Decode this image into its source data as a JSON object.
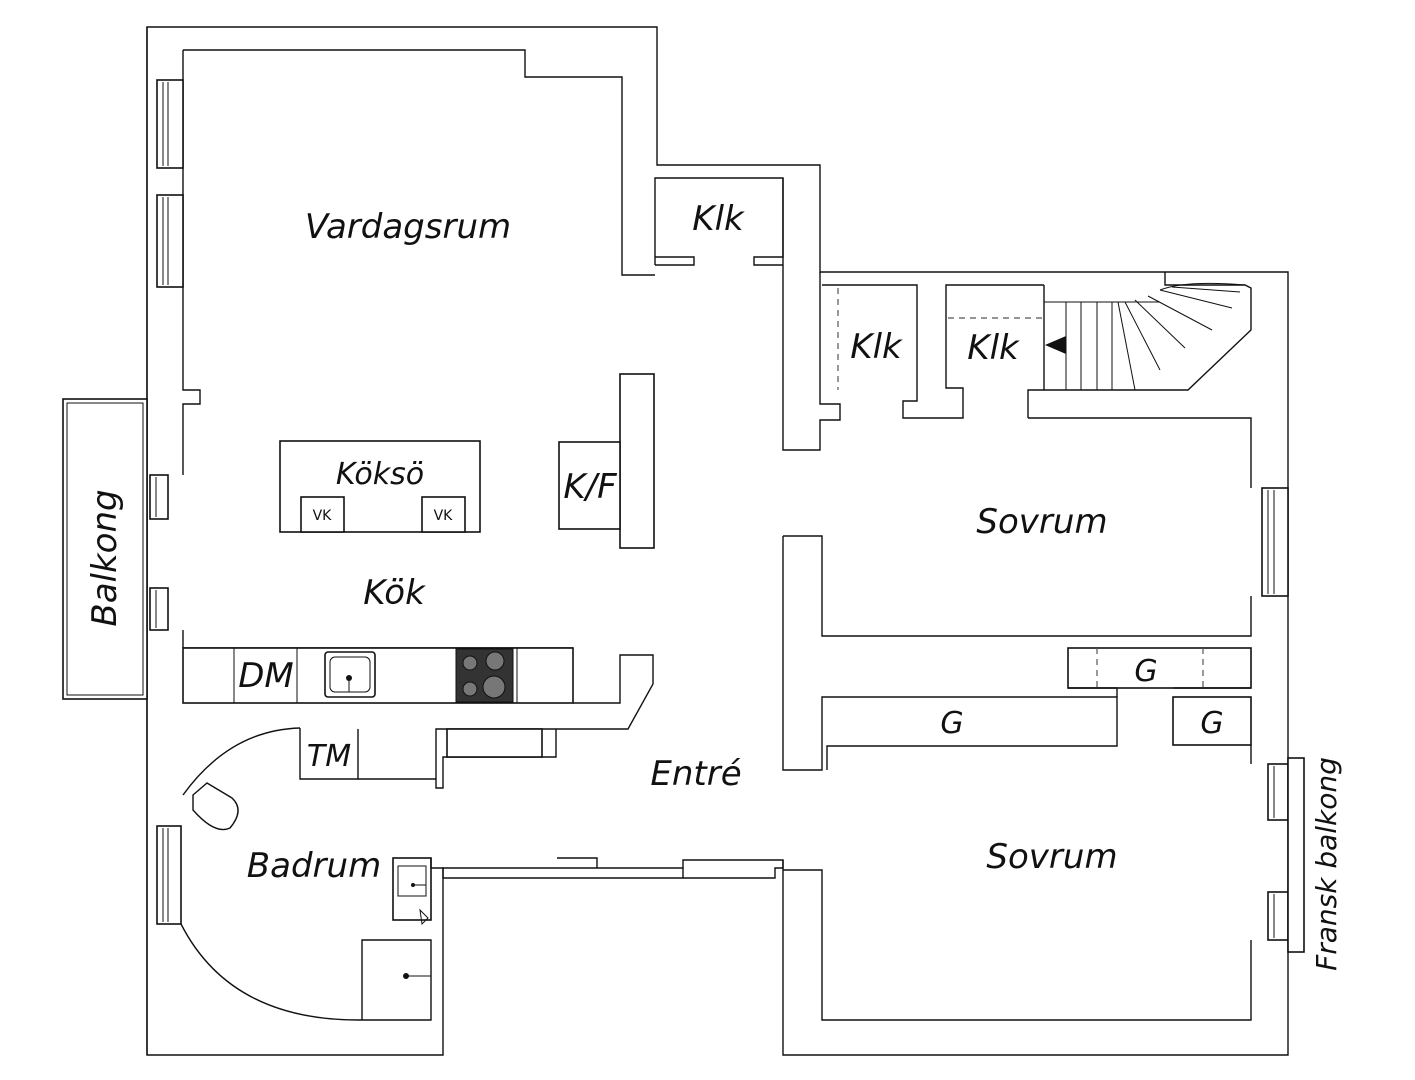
{
  "labels": {
    "vardagsrum": "Vardagsrum",
    "klk_1": "Klk",
    "klk_2": "Klk",
    "klk_3": "Klk",
    "koksö": "Köksö",
    "vk_1": "VK",
    "vk_2": "VK",
    "kf": "K/F",
    "kok": "Kök",
    "balkong": "Balkong",
    "dm": "DM",
    "tm": "TM",
    "entre": "Entré",
    "badrum": "Badrum",
    "sovrum_1": "Sovrum",
    "sovrum_2": "Sovrum",
    "g_1": "G",
    "g_2": "G",
    "g_3": "G",
    "fransk_balkong": "Fransk balkong"
  }
}
